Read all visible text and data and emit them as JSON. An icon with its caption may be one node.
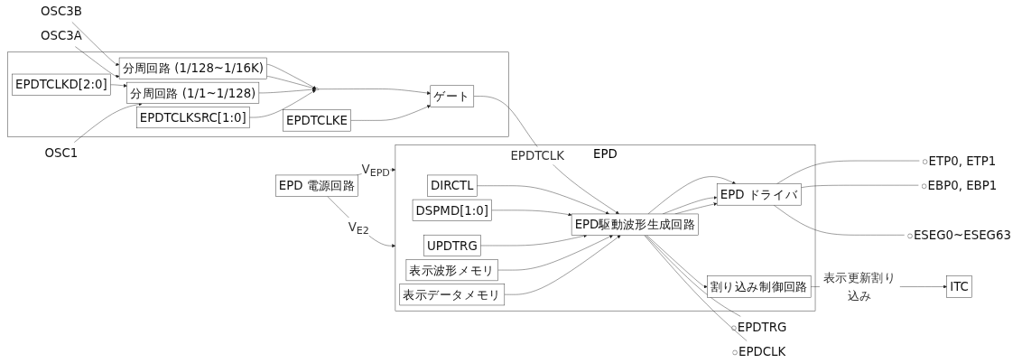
{
  "diagram": {
    "nodes": [
      {
        "text": [],
        "shape": "box"
      },
      {
        "text": [
          "OSC3B"
        ]
      },
      {
        "text": [
          "OSC3A"
        ]
      },
      {
        "text": [
          "OSC1"
        ]
      },
      {
        "text": [
          "分周回路 (1/128~1/16K)"
        ],
        "in": 0
      },
      {
        "text": [
          "分周回路 (1/1~1/128)"
        ],
        "in": 0
      },
      {
        "text": [
          "EPDTCLKSRC[1:0]"
        ],
        "in": 0
      },
      {
        "text": [],
        "shape": "trapezoid",
        "in": 0
      },
      {
        "text": [
          "ゲート"
        ],
        "in": 0
      },
      {
        "text": [
          "EPDTCLKE"
        ],
        "in": 0
      },
      {
        "text": [
          "EPDTCLKD[2:0]"
        ],
        "in": 0
      },
      {
        "text": [
          "EPD"
        ]
      },
      {
        "text": [
          "DIRCTL"
        ],
        "in": 11
      },
      {
        "text": [
          "DSPMD[1:0]"
        ],
        "in": 11
      },
      {
        "text": [
          "UPDTRG"
        ],
        "in": 11
      },
      {
        "text": [
          "表示波形メモリ"
        ],
        "in": 11
      },
      {
        "text": [
          "表示データメモリ"
        ],
        "in": 11
      },
      {
        "text": [
          "EPD駆動波形生成回路"
        ],
        "in": 11
      },
      {
        "text": [
          "EPD ドライバ"
        ],
        "in": 11
      },
      {
        "text": [
          "割り込み制御回路"
        ],
        "in": 11
      },
      {
        "text": [],
        "shape": "circle",
        "beside": [
          "ETP0, ETP1"
        ]
      },
      {
        "text": [],
        "shape": "circle",
        "beside": [
          "EBP0, EBP1"
        ]
      },
      {
        "text": [],
        "shape": "circle",
        "beside": [
          "ESEG0~ESEG63"
        ]
      },
      {
        "text": [],
        "shape": "circle",
        "beside": [
          "EPDTRG"
        ]
      },
      {
        "text": [],
        "shape": "circle",
        "beside": [
          "EPDCLK"
        ]
      },
      {
        "text": [
          "EPD 電源回路"
        ]
      },
      {
        "text": [
          "ITC"
        ]
      }
    ],
    "edges": [
      {
        "from": 10,
        "to": 5,
        "arrow": "to"
      },
      {
        "from": 1,
        "to": 4,
        "arrow": "to"
      },
      {
        "from": 2,
        "to": 4,
        "arrow": "to"
      },
      {
        "from": 3,
        "to": 5,
        "arrow": "to"
      },
      {
        "from": 4,
        "to": 7,
        "arrow": "to"
      },
      {
        "from": 4,
        "to": 7,
        "arrow": "to"
      },
      {
        "from": 5,
        "to": 7,
        "arrow": "to"
      },
      {
        "from": 6,
        "to": 7,
        "arrow": "to"
      },
      {
        "from": 7,
        "to": 8,
        "arrow": "to"
      },
      {
        "from": 9,
        "to": 8,
        "arrow": "to"
      },
      {
        "from": 8,
        "to": 17,
        "label": "EPDTCLK",
        "arrow": "to"
      },
      {
        "from": 12,
        "to": 17,
        "arrow": "to"
      },
      {
        "from": 13,
        "to": 17,
        "arrow": "to"
      },
      {
        "from": 14,
        "to": 17,
        "arrow": "to"
      },
      {
        "from": 15,
        "to": 17,
        "arrow": "to"
      },
      {
        "from": 16,
        "to": 17,
        "arrow": "to"
      },
      {
        "from": 17,
        "to": 18,
        "arrow": "to"
      },
      {
        "from": 17,
        "to": 18,
        "arrow": "to"
      },
      {
        "from": 17,
        "to": 18,
        "arrow": "to"
      },
      {
        "from": 18,
        "to": 20,
        "arrow": "none"
      },
      {
        "from": 18,
        "to": 21,
        "arrow": "none"
      },
      {
        "from": 18,
        "to": 22,
        "arrow": "none"
      },
      {
        "from": 17,
        "to": 23,
        "arrow": "none"
      },
      {
        "from": 17,
        "to": 24,
        "arrow": "none"
      },
      {
        "from": 25,
        "to": 11,
        "label": "V$_{EPD}$",
        "arrow": "to"
      },
      {
        "from": 25,
        "to": 11,
        "label": "V$_{E2}$",
        "arrow": "to"
      },
      {
        "from": 17,
        "to": 19,
        "arrow": "to"
      },
      {
        "from": 19,
        "to": 26,
        "label": "表示更新割り込み",
        "arrow": "to"
      }
    ]
  }
}
